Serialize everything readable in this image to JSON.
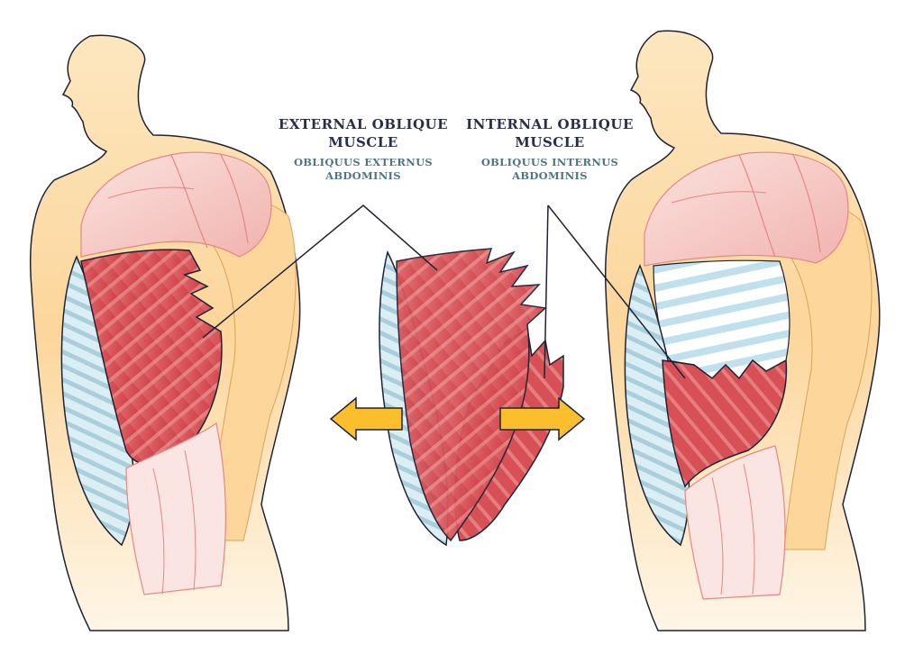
{
  "labels": {
    "external": {
      "title_line1": "EXTERNAL OBLIQUE",
      "title_line2": "MUSCLE",
      "latin_line1": "OBLIQUUS EXTERNUS",
      "latin_line2": "ABDOMINIS"
    },
    "internal": {
      "title_line1": "INTERNAL OBLIQUE",
      "title_line2": "MUSCLE",
      "latin_line1": "OBLIQUUS INTERNUS",
      "latin_line2": "ABDOMINIS"
    }
  },
  "colors": {
    "skin": "#fcd79a",
    "muscle": "#d94f55",
    "muscle_light": "#f3b9b4",
    "fascia": "#cfe6ee",
    "arrow": "#fbbf2e",
    "outline": "#1f2233",
    "title_text": "#2a2f48",
    "latin_text": "#4f7585"
  },
  "icons": {
    "left_arrow": "arrow-left-icon",
    "right_arrow": "arrow-right-icon"
  }
}
